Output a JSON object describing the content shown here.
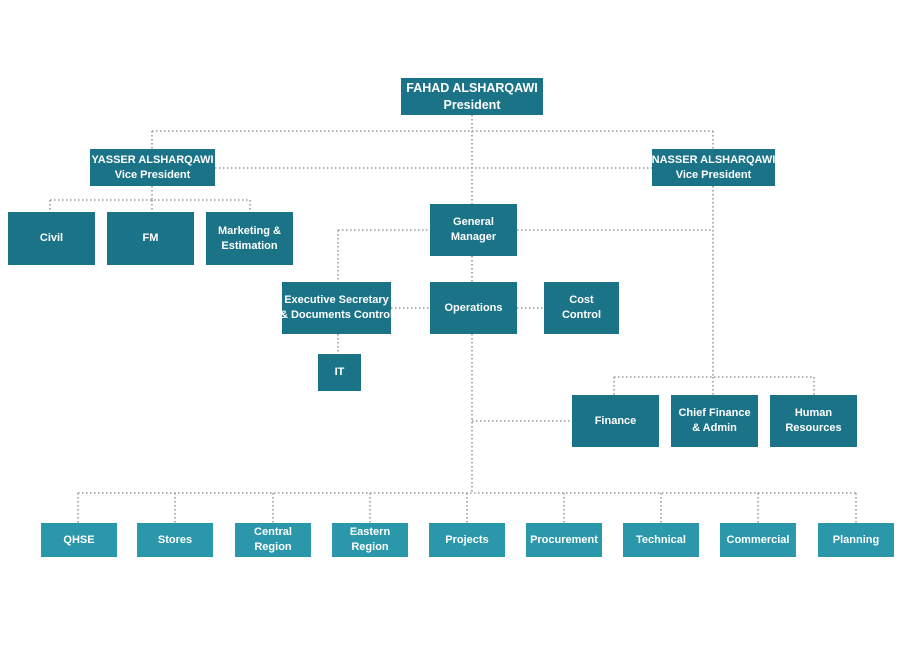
{
  "colors": {
    "dark_box": "#1b7388",
    "light_box": "#2a97ab",
    "connector": "#9a9a9a"
  },
  "nodes": {
    "president": {
      "line1": "FAHAD ALSHARQAWI",
      "line2": "President"
    },
    "vp_left": {
      "line1": "YASSER ALSHARQAWI",
      "line2": "Vice President"
    },
    "vp_right": {
      "line1": "NASSER ALSHARQAWI",
      "line2": "Vice President"
    },
    "civil": {
      "line1": "Civil"
    },
    "fm": {
      "line1": "FM"
    },
    "marketing": {
      "line1": "Marketing &",
      "line2": "Estimation"
    },
    "general_manager": {
      "line1": "General",
      "line2": "Manager"
    },
    "exec_secretary": {
      "line1": "Executive  Secretary",
      "line2": "& Documents Control"
    },
    "operations": {
      "line1": "Operations"
    },
    "cost_control": {
      "line1": "Cost",
      "line2": "Control"
    },
    "it": {
      "line1": "IT"
    },
    "finance": {
      "line1": "Finance"
    },
    "chief_finance": {
      "line1": "Chief Finance",
      "line2": "& Admin"
    },
    "human_resources": {
      "line1": "Human",
      "line2": "Resources"
    },
    "qhse": {
      "line1": "QHSE"
    },
    "stores": {
      "line1": "Stores"
    },
    "central_region": {
      "line1": "Central",
      "line2": "Region"
    },
    "eastern_region": {
      "line1": "Eastern",
      "line2": "Region"
    },
    "projects": {
      "line1": "Projects"
    },
    "procurement": {
      "line1": "Procurement"
    },
    "technical": {
      "line1": "Technical"
    },
    "commercial": {
      "line1": "Commercial"
    },
    "planning": {
      "line1": "Planning"
    }
  }
}
